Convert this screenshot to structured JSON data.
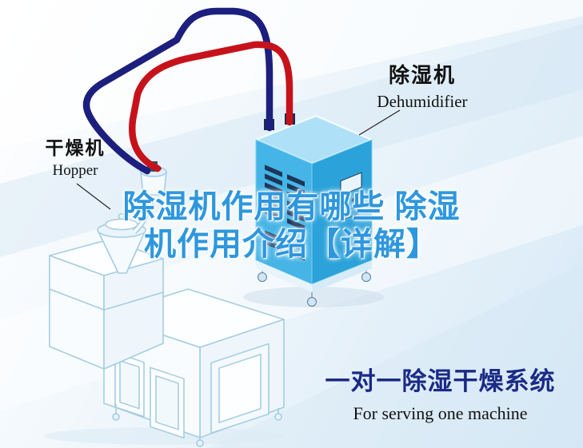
{
  "illustration": {
    "dehumidifier_label": {
      "cn": "除湿机",
      "en": "Dehumidifier"
    },
    "hopper_label": {
      "cn": "干燥机",
      "en": "Hopper"
    }
  },
  "title": {
    "line1": "除湿机作用有哪些 除湿",
    "line2": "机作用介绍【详解】"
  },
  "caption": {
    "cn": "一对一除湿干燥系统",
    "en": "For serving one machine"
  },
  "colors": {
    "title_blue": "#2e97de",
    "caption_navy": "#1b2a85",
    "pipe_red": "#c6131b",
    "pipe_navy": "#1c1f7d",
    "dehumidifier_blue": "#36ace4",
    "lineart_blue": "#a5cde2",
    "background_tint": "#d7e9f6"
  }
}
